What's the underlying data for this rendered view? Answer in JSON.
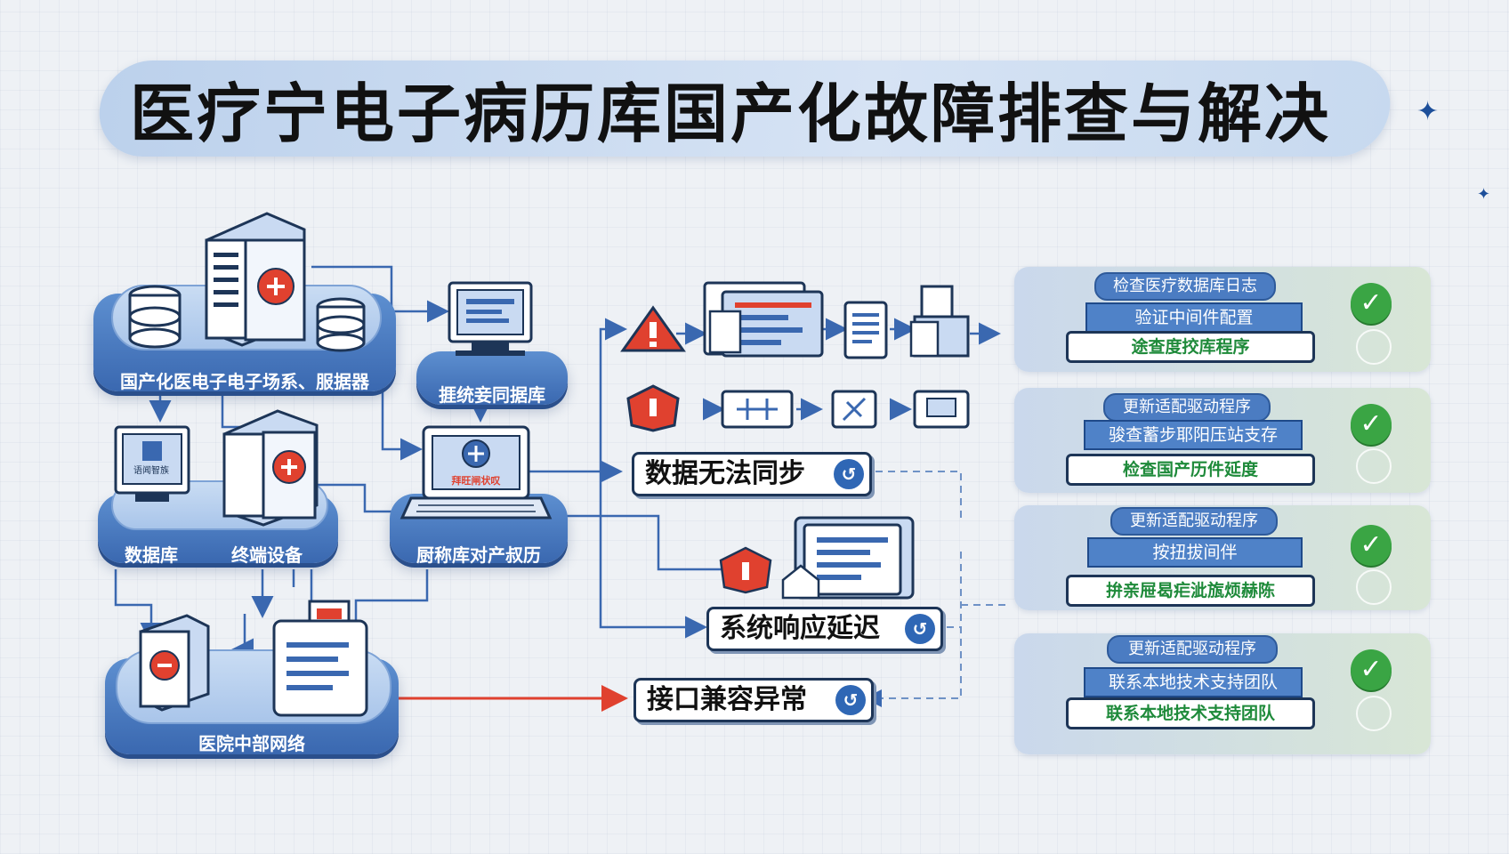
{
  "title": "医疗宁电子病历库国产化故障排查与解决",
  "network": {
    "top_platform_label": "国产化医电子电子场系、服据器",
    "db_monitor_label": "捱统妾同据库",
    "mid_left_label_1": "数据库",
    "mid_left_label_2": "终端设备",
    "laptop_label": "厨称库对产叔历",
    "laptop_screen_text": "拜旺闸状叹",
    "small_monitor_text": "语闻智族",
    "bottom_platform_label": "医院中部网络"
  },
  "issues": [
    {
      "label": "数据无法同步"
    },
    {
      "label": "系统响应延迟"
    },
    {
      "label": "接口兼容异常"
    }
  ],
  "panels": [
    {
      "pill": "检查医疗数据库日志",
      "blue": "验证中间件配置",
      "white": "途查度挍库程序",
      "white_color": "green"
    },
    {
      "pill": "更新适配驱动程序",
      "blue": "骏查蓄步耶阳压站支存",
      "white": "检查国产历件延度",
      "white_color": "green"
    },
    {
      "pill": "更新适配驱动程序",
      "blue": "按扭拔间伴",
      "white": "拚亲屉曷疟泚旊烦赫陈",
      "white_color": "green"
    },
    {
      "pill": "更新适配驱动程序",
      "blue": "联系本地技术支持团队",
      "white": "联系本地技术支持团队",
      "white_color": "green"
    }
  ],
  "colors": {
    "accent_blue": "#3a68b0",
    "alert_red": "#e0412f",
    "check_green": "#3aa544",
    "dark_outline": "#1d3557"
  },
  "icons": [
    "server-icon",
    "database-icon",
    "monitor-icon",
    "laptop-icon",
    "printer-icon",
    "warning-icon",
    "check-icon",
    "sparkle-icon"
  ]
}
